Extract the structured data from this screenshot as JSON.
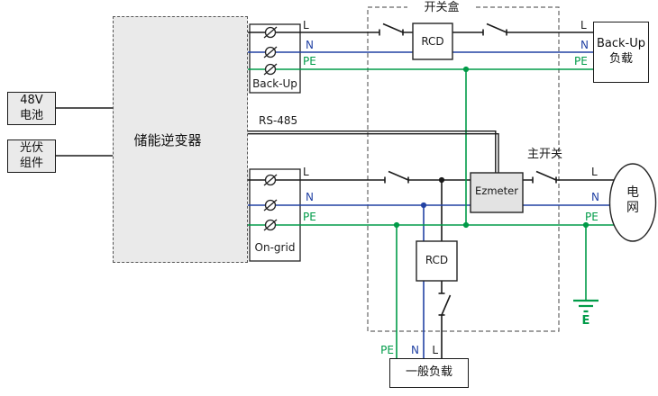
{
  "colors": {
    "line_l": "#1a1a1a",
    "line_n": "#2242a4",
    "line_pe": "#009b48",
    "block_fill": "#eaeaea"
  },
  "blocks": {
    "battery": "48V\n电池",
    "pv": "光伏\n组件",
    "inverter": "储能逆变器",
    "backup_port": "Back-Up",
    "ongrid_port": "On-grid",
    "rcd_top": "RCD",
    "rcd_bottom": "RCD",
    "ezmeter": "Ezmeter",
    "switch_box": "开关盒",
    "main_switch": "主开关",
    "rs485": "RS-485",
    "backup_load": "Back-Up\n负载",
    "general_load": "一般负载",
    "grid": "电\n网",
    "earth": "E"
  },
  "wires": {
    "l": "L",
    "n": "N",
    "pe": "PE"
  }
}
